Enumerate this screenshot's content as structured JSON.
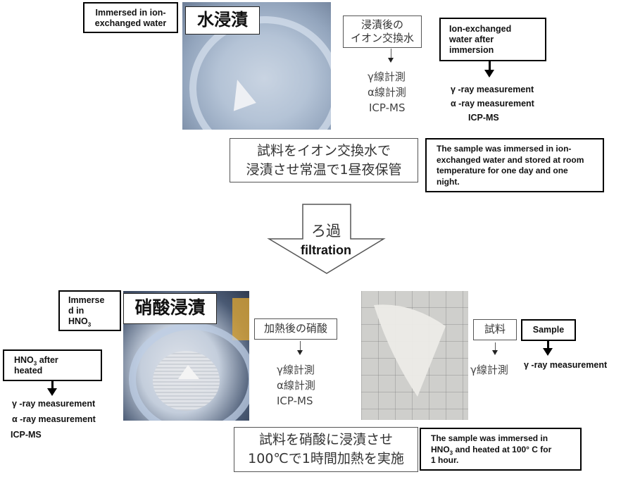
{
  "step1": {
    "photo_title_jp": "水浸漬",
    "label_en": "Immersed in ion-exchanged water",
    "output_jp": [
      "浸漬後の",
      "イオン交換水"
    ],
    "output_en": "Ion-exchanged water after immersion",
    "measurements_jp": [
      "γ線計測",
      "α線計測",
      "ICP-MS"
    ],
    "measurements_en": [
      "γ -ray measurement",
      "α -ray measurement",
      "ICP-MS"
    ],
    "desc_jp": [
      "試料をイオン交換水で",
      "浸漬させ常温で1昼夜保管"
    ],
    "desc_en": "The sample was immersed in ion-exchanged water and stored at room temperature for one day and one night."
  },
  "filtration": {
    "label_jp": "ろ過",
    "label_en": "filtration"
  },
  "step2": {
    "photo_title_jp": "硝酸浸漬",
    "label_en_lines": [
      "Immerse",
      "d in",
      "HNO"
    ],
    "label_en_sub": "3",
    "output_jp": "加熱後の硝酸",
    "output_en_lines": [
      "HNO",
      " after",
      "heated"
    ],
    "output_en_sub": "3",
    "measurements_jp": [
      "γ線計測",
      "α線計測",
      "ICP-MS"
    ],
    "measurements_en": [
      "γ -ray measurement",
      "α -ray measurement",
      "ICP-MS"
    ],
    "desc_jp": [
      "試料を硝酸に浸漬させ",
      "100℃で1時間加熱を実施"
    ],
    "desc_en_lines": [
      "The sample was immersed in",
      "HNO",
      " and heated at 100°  C for",
      "1 hour."
    ],
    "desc_en_sub": "3"
  },
  "sample": {
    "label_jp": "試料",
    "label_en": "Sample",
    "measurement_jp": "γ線計測",
    "measurement_en": "γ -ray measurement"
  },
  "colors": {
    "box_border": "#000000",
    "jp_text": "#444444",
    "photo_water_bg": "#a9b8cc",
    "photo_sample_bg": "#cfcfcc"
  }
}
